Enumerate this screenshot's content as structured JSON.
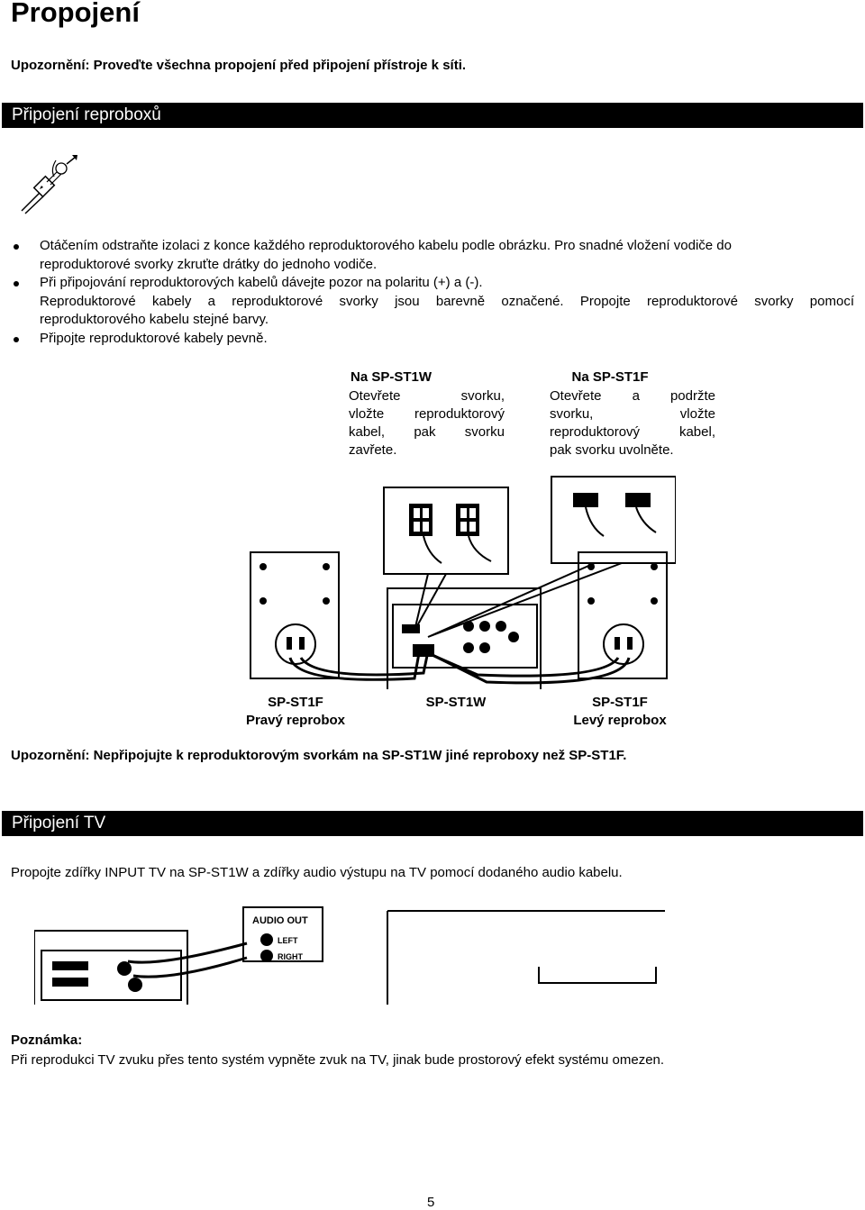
{
  "title": "Propojení",
  "warning_top": "Upozornění: Proveďte všechna propojení před připojení přístroje k síti.",
  "section_speakers": {
    "heading": "Připojení reproboxů",
    "bullets": [
      {
        "lines": [
          "Otáčením odstraňte izolaci z konce každého reproduktorového kabelu podle obrázku. Pro snadné vložení vodiče do",
          "reproduktorové svorky zkruťte drátky do jednoho vodiče."
        ]
      },
      {
        "lines": [
          "Při připojování reproduktorových kabelů dávejte pozor na polaritu (+) a (-).",
          "Reproduktorové kabely a reproduktorové svorky jsou barevně označené. Propojte reproduktorové svorky pomocí",
          "reproduktorového kabelu stejné barvy."
        ]
      },
      {
        "lines": [
          "Připojte reproduktorové kabely pevně."
        ]
      }
    ],
    "col_left": {
      "heading": "Na SP-ST1W",
      "lines": [
        "Otevřete svorku,",
        "vložte reproduktorový",
        "kabel, pak svorku",
        "zavřete."
      ]
    },
    "col_right": {
      "heading": "Na SP-ST1F",
      "lines": [
        "Otevřete a podržte",
        "svorku, vložte",
        "reproduktorový kabel,",
        "pak svorku uvolněte."
      ]
    },
    "labels": {
      "right_model": "SP-ST1F",
      "right_name": "Pravý reprobox",
      "center_model": "SP-ST1W",
      "left_model": "SP-ST1F",
      "left_name": "Levý reprobox"
    },
    "warning": "Upozornění: Nepřipojujte k reproduktorovým svorkám na SP-ST1W jiné reproboxy než SP-ST1F."
  },
  "section_tv": {
    "heading": "Připojení TV",
    "text": "Propojte zdířky INPUT TV na SP-ST1W a zdířky audio výstupu na TV pomocí dodaného audio kabelu.",
    "diagram_labels": {
      "audio_out": "AUDIO OUT",
      "left": "LEFT",
      "right": "RIGHT"
    }
  },
  "note": {
    "heading": "Poznámka:",
    "text": "Při reprodukci TV zvuku přes tento systém vypněte zvuk na TV, jinak bude prostorový efekt systému omezen."
  },
  "page_number": "5"
}
